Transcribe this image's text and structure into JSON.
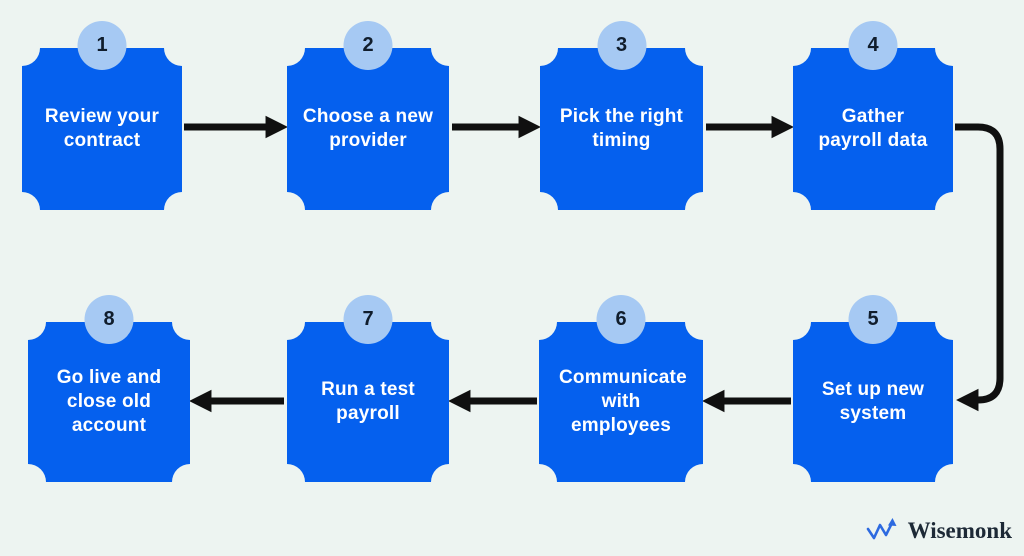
{
  "page": {
    "background_color": "#edf4f1"
  },
  "flow": {
    "box_color": "#0560ee",
    "badge_color": "#a6c9f3",
    "badge_text_color": "#101d2c",
    "label_color": "#ffffff",
    "arrow_color": "#101010",
    "steps": [
      {
        "number": "1",
        "label": "Review your contract"
      },
      {
        "number": "2",
        "label": "Choose a new provider"
      },
      {
        "number": "3",
        "label": "Pick the right timing"
      },
      {
        "number": "4",
        "label": "Gather payroll data"
      },
      {
        "number": "5",
        "label": "Set up new system"
      },
      {
        "number": "6",
        "label": "Communicate with employees"
      },
      {
        "number": "7",
        "label": "Run a test payroll"
      },
      {
        "number": "8",
        "label": "Go live and close old account"
      }
    ],
    "connections": [
      "1-2",
      "2-3",
      "3-4",
      "4-5",
      "5-6",
      "6-7",
      "7-8"
    ]
  },
  "branding": {
    "logo_text": "Wisemonk",
    "logo_icon": "wave-arrow-icon",
    "logo_icon_color": "#2d6ae0",
    "logo_text_color": "#1d2936"
  }
}
